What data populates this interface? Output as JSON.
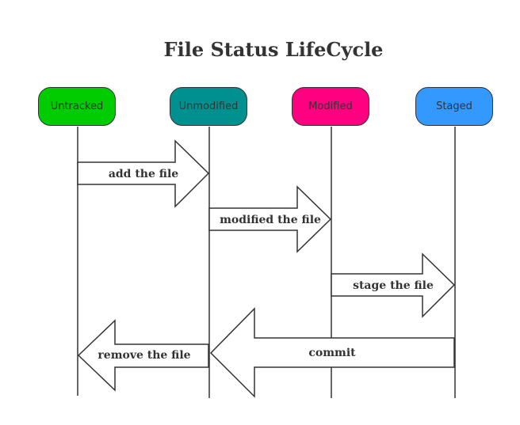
{
  "title": "File Status LifeCycle",
  "states": [
    {
      "label": "Untracked",
      "color": "#00cc00"
    },
    {
      "label": "Unmodified",
      "color": "#00908f"
    },
    {
      "label": "Modified",
      "color": "#ff0080"
    },
    {
      "label": "Staged",
      "color": "#3399ff"
    }
  ],
  "transitions": [
    {
      "label": "add the file",
      "from": "Untracked",
      "to": "Unmodified"
    },
    {
      "label": "modified the file",
      "from": "Unmodified",
      "to": "Modified"
    },
    {
      "label": "stage the file",
      "from": "Modified",
      "to": "Staged"
    },
    {
      "label": "commit",
      "from": "Staged",
      "to": "Unmodified"
    },
    {
      "label": "remove the file",
      "from": "Unmodified",
      "to": "Untracked"
    }
  ]
}
